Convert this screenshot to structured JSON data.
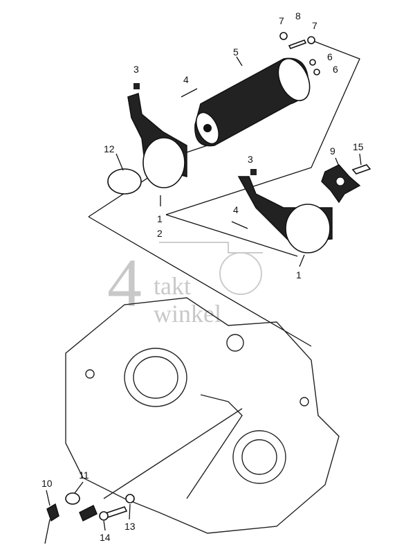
{
  "diagram": {
    "callouts": [
      "7",
      "8",
      "7",
      "5",
      "6",
      "6",
      "3",
      "4",
      "12",
      "3",
      "9",
      "15",
      "4",
      "1",
      "2",
      "1",
      "10",
      "11",
      "13",
      "14"
    ],
    "watermark": {
      "big": "4",
      "line1": "takt",
      "line2": "winkel"
    },
    "colors": {
      "ink": "#111111",
      "watermark": "#c8c8c8"
    }
  }
}
